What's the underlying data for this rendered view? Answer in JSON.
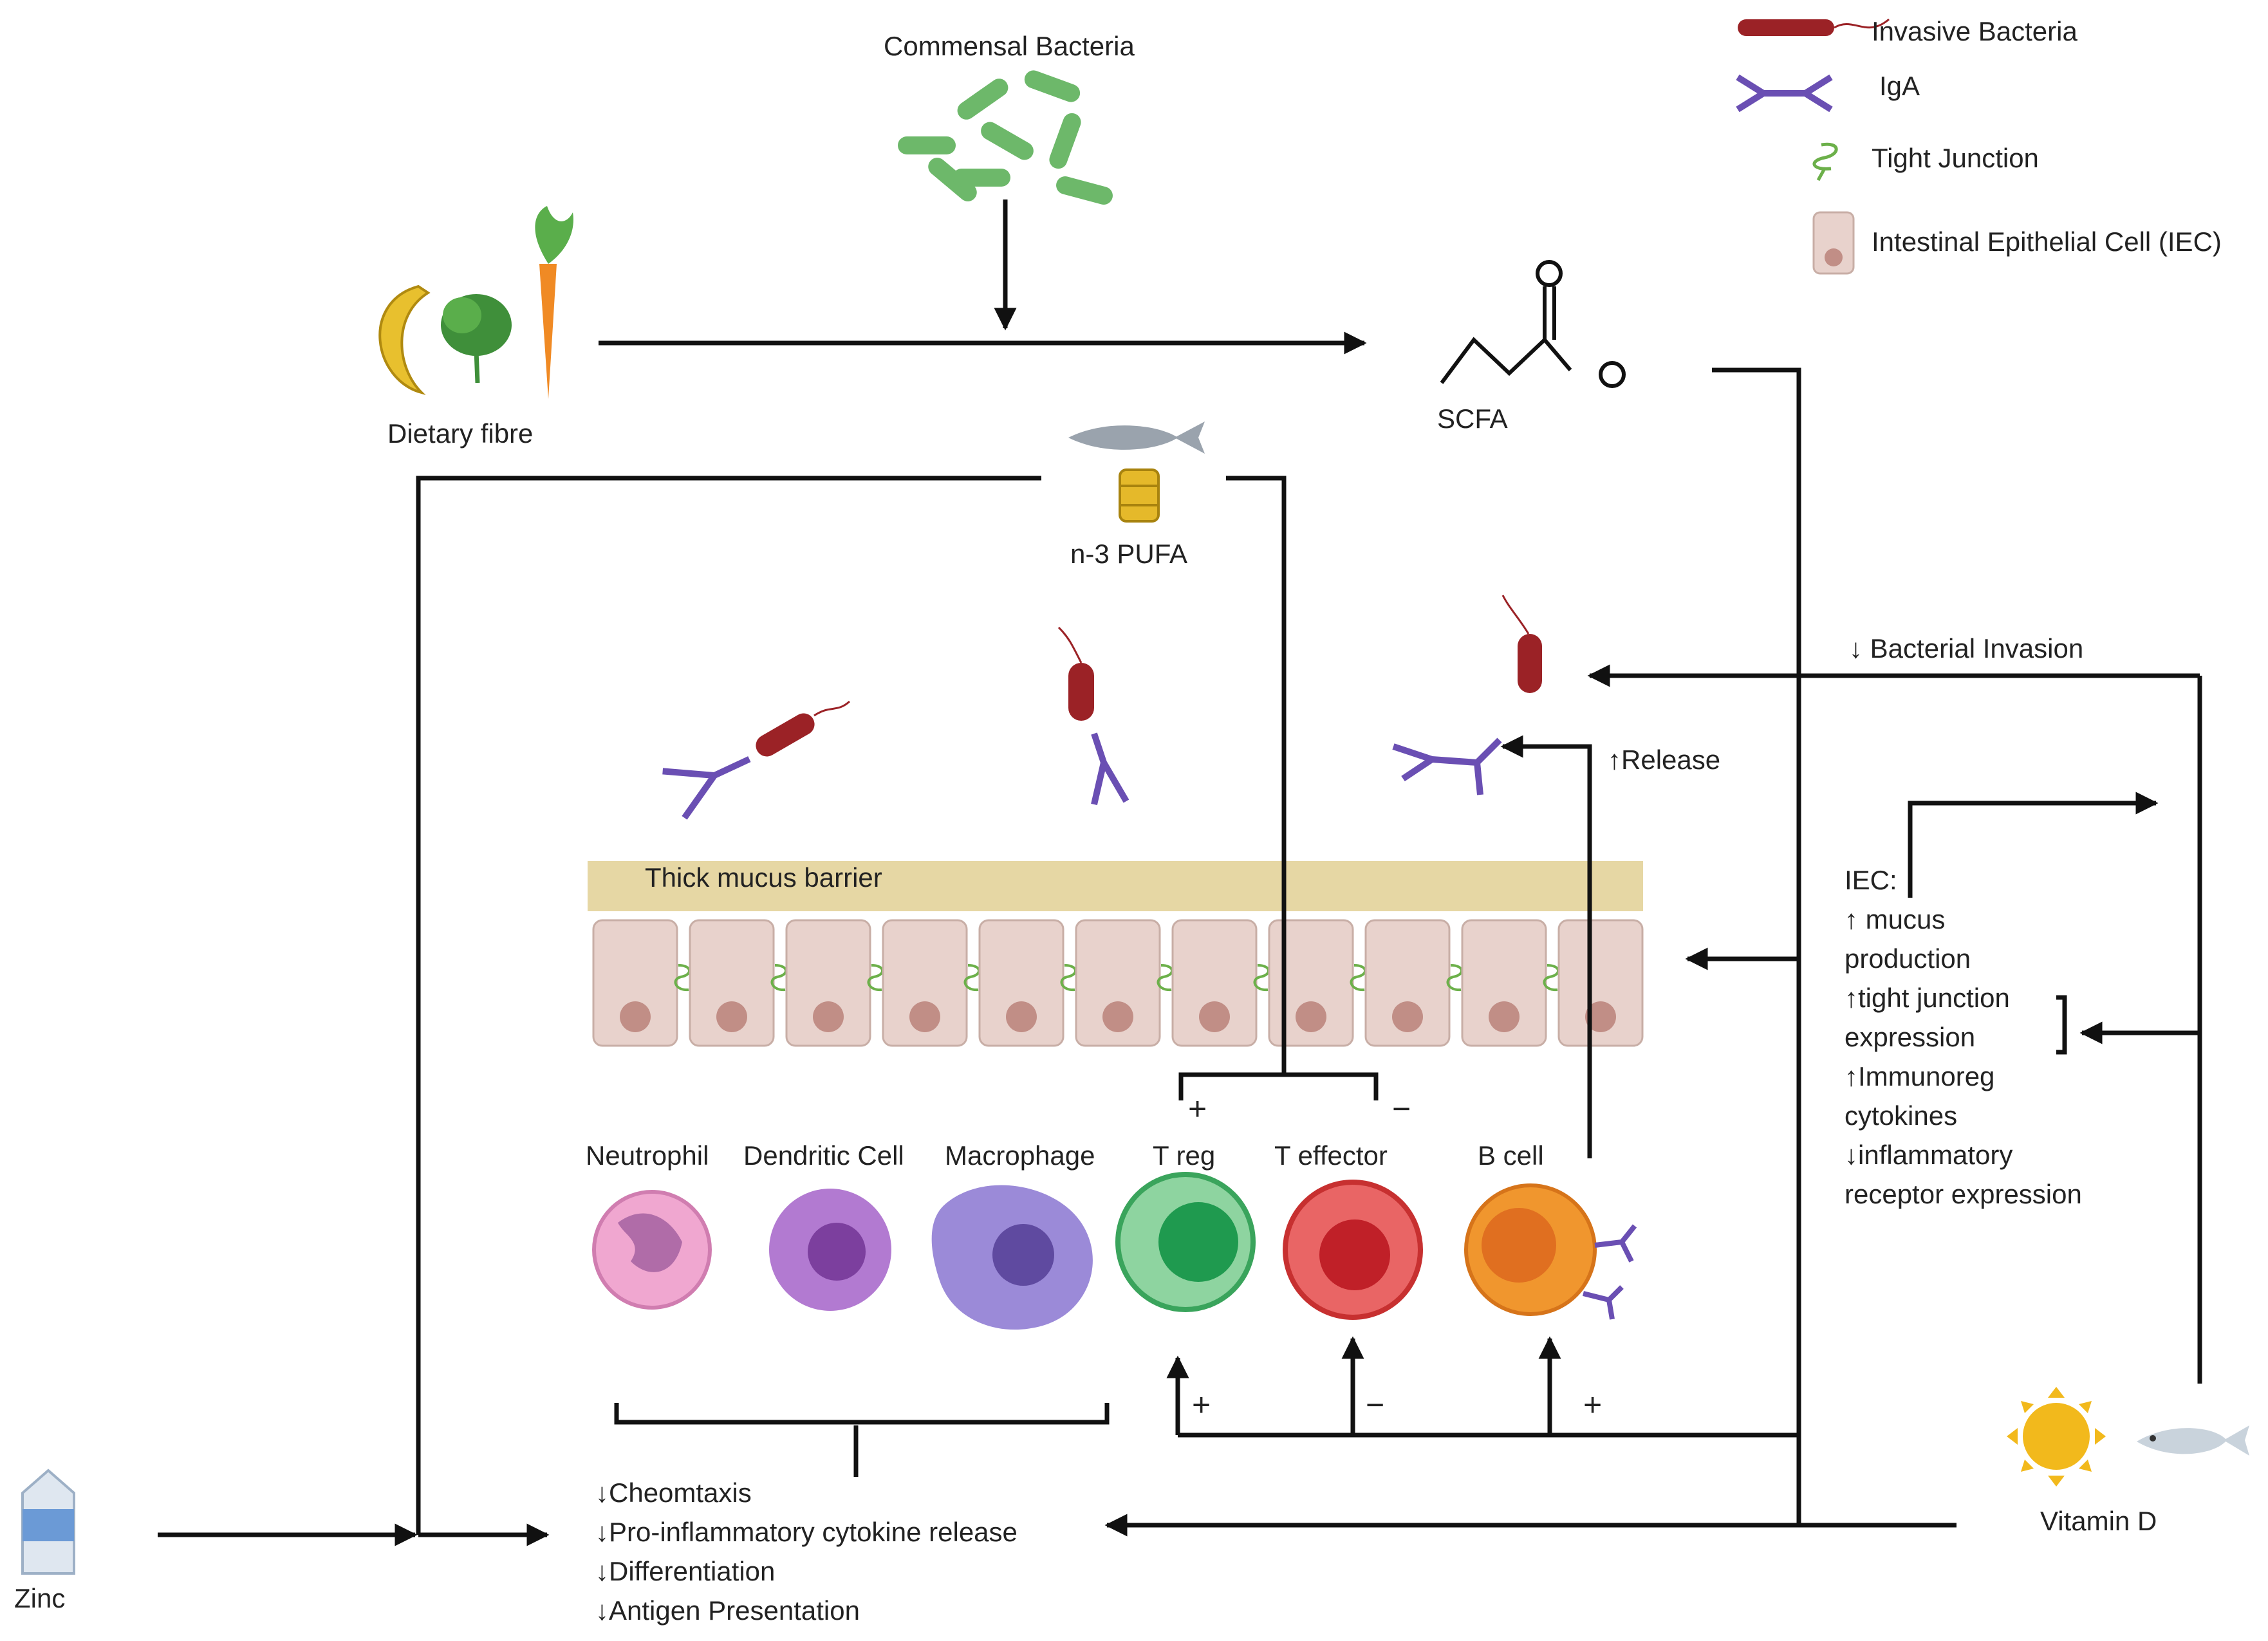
{
  "labels": {
    "commensal_bacteria": "Commensal Bacteria",
    "dietary_fibre": "Dietary fibre",
    "scfa": "SCFA",
    "n3_pufa": "n-3 PUFA",
    "zinc": "Zinc",
    "vitamin_d": "Vitamin D",
    "mucus_barrier": "Thick mucus barrier",
    "bacterial_invasion": "↓ Bacterial Invasion",
    "release": "↑Release",
    "plus": "+",
    "minus": "−"
  },
  "legend": {
    "invasive_bacteria": "Invasive Bacteria",
    "iga": "IgA",
    "tight_junction": "Tight Junction",
    "iec": "Intestinal Epithelial Cell  (IEC)"
  },
  "cells": {
    "neutrophil": "Neutrophil",
    "dendritic_cell": "Dendritic Cell",
    "macrophage": "Macrophage",
    "t_reg": "T reg",
    "t_effector": "T effector",
    "b_cell": "B cell"
  },
  "iec_effects": [
    "IEC:",
    "↑ mucus",
    "production",
    "↑tight junction",
    "expression",
    "↑Immunoreg",
    "cytokines",
    "↓inflammatory",
    "receptor expression"
  ],
  "innate_effects": [
    "↓Cheomtaxis",
    "↓Pro-inflammatory cytokine release",
    "↓Differentiation",
    "↓Antigen Presentation"
  ],
  "colors": {
    "commensal": "#6db86a",
    "invasive": "#9b2226",
    "iga": "#6a4fb3",
    "mucus": "#e6d7a4",
    "iec": "#e8d2cc",
    "treg": "#5ec27a",
    "teffector": "#e04848",
    "bcell": "#f0962e",
    "neutrophil": "#f0a7d0",
    "dendritic": "#b27ad1",
    "macrophage": "#9b8ad8"
  }
}
